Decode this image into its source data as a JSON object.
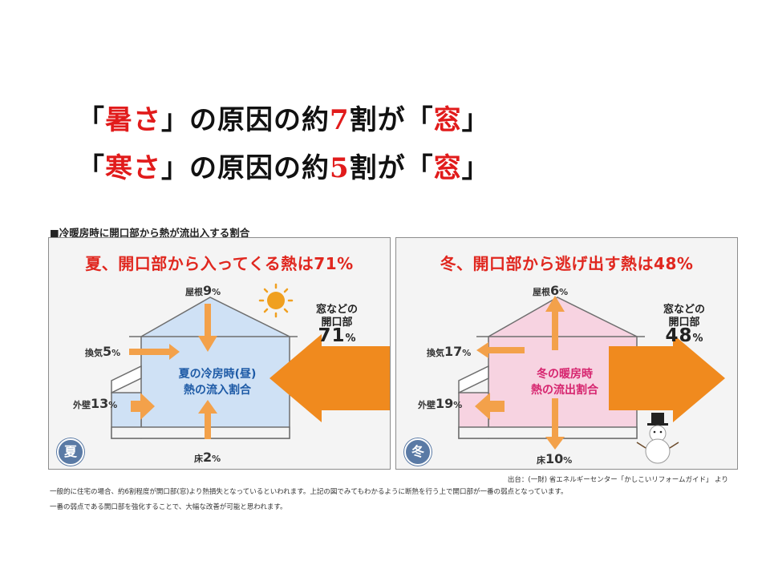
{
  "headline": {
    "line1": {
      "pre": "「",
      "red1": "暑さ",
      "mid": "」の原因の約",
      "num": "7",
      "post": "割が「",
      "red2": "窓",
      "end": "」"
    },
    "line2": {
      "pre": "「",
      "red1": "寒さ",
      "mid": "」の原因の約",
      "num": "5",
      "post": "割が「",
      "red2": "窓",
      "end": "」"
    }
  },
  "section_caption": "■冷暖房時に開口部から熱が流出入する割合",
  "summer": {
    "title": "夏、開口部から入ってくる熱は71%",
    "center_line1": "夏の冷房時(昼)",
    "center_line2": "熱の流入割合",
    "badge": "夏",
    "roof": {
      "label": "屋根",
      "value": "9",
      "unit": "%"
    },
    "vent": {
      "label": "換気",
      "value": "5",
      "unit": "%"
    },
    "wall": {
      "label": "外壁",
      "value": "13",
      "unit": "%"
    },
    "floor": {
      "label": "床",
      "value": "2",
      "unit": "%"
    },
    "opening": {
      "line1": "窓などの",
      "line2": "開口部",
      "value": "71",
      "unit": "%"
    },
    "colors": {
      "fill": "#cfe1f5",
      "arrow": "#f08a1e"
    }
  },
  "winter": {
    "title": "冬、開口部から逃げ出す熱は48%",
    "center_line1": "冬の暖房時",
    "center_line2": "熱の流出割合",
    "badge": "冬",
    "roof": {
      "label": "屋根",
      "value": "6",
      "unit": "%"
    },
    "vent": {
      "label": "換気",
      "value": "17",
      "unit": "%"
    },
    "wall": {
      "label": "外壁",
      "value": "19",
      "unit": "%"
    },
    "floor": {
      "label": "床",
      "value": "10",
      "unit": "%"
    },
    "opening": {
      "line1": "窓などの",
      "line2": "開口部",
      "value": "48",
      "unit": "%"
    },
    "colors": {
      "fill": "#f7d3e1",
      "arrow": "#f08a1e"
    }
  },
  "source": "出台：(一財) 省エネルギーセンター「かしこいリフォームガイド」 より",
  "note1": "一般的に住宅の場合、約6割程度が開口部(窓)より熱損失となっているといわれます。上記の図でみてもわかるように断熱を行う上で開口部が一番の弱点となっています。",
  "note2": "一番の弱点である開口部を強化することで、大幅な改善が可能と思われます。"
}
